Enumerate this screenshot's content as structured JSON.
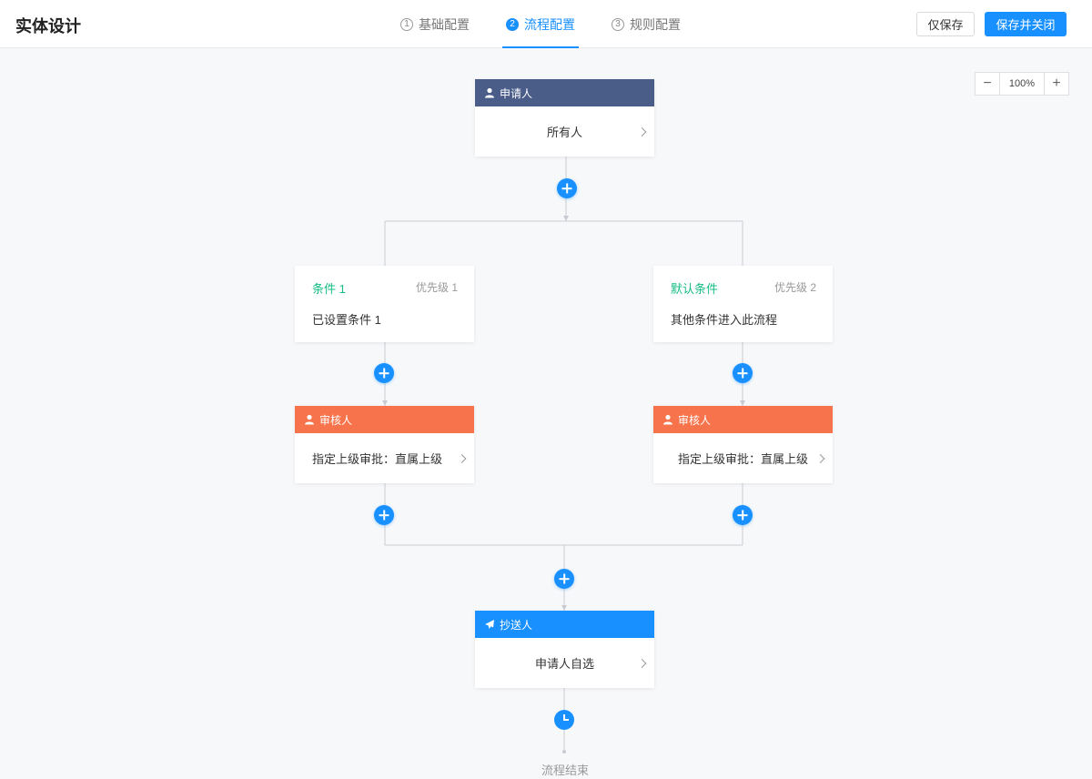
{
  "header": {
    "title": "实体设计",
    "steps": [
      {
        "num": "1",
        "label": "基础配置"
      },
      {
        "num": "2",
        "label": "流程配置"
      },
      {
        "num": "3",
        "label": "规则配置"
      }
    ],
    "save_label": "仅保存",
    "save_close_label": "保存并关闭"
  },
  "zoom": {
    "minus": "−",
    "value": "100%",
    "plus": "+"
  },
  "flow": {
    "applicant": {
      "title": "申请人",
      "value": "所有人"
    },
    "conditions": [
      {
        "title": "条件 1",
        "priority": "优先级 1",
        "desc": "已设置条件 1"
      },
      {
        "title": "默认条件",
        "priority": "优先级 2",
        "desc": "其他条件进入此流程"
      }
    ],
    "reviewers": [
      {
        "title": "审核人",
        "value": "指定上级审批：直属上级"
      },
      {
        "title": "审核人",
        "value": "指定上级审批：直属上级"
      }
    ],
    "cc": {
      "title": "抄送人",
      "value": "申请人自选"
    },
    "end_label": "流程结束"
  },
  "colors": {
    "primary": "#1890ff",
    "applicant_header": "#4a5d89",
    "reviewer_header": "#f7734b",
    "condition_title": "#15bc83"
  }
}
